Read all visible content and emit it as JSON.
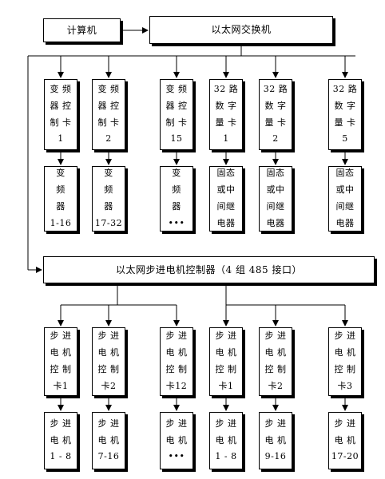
{
  "top": {
    "computer": "计算机",
    "switch": "以太网交换机"
  },
  "cards_row": [
    {
      "lines": [
        "变 频",
        "器 控",
        "制 卡",
        "1"
      ]
    },
    {
      "lines": [
        "变 频",
        "器 控",
        "制 卡",
        "2"
      ]
    },
    {
      "lines": [
        "变 频",
        "器 控",
        "制 卡",
        "15"
      ]
    },
    {
      "lines": [
        "32 路",
        "数 字",
        "量 卡",
        "1"
      ]
    },
    {
      "lines": [
        "32 路",
        "数 字",
        "量 卡",
        "2"
      ]
    },
    {
      "lines": [
        "32 路",
        "数 字",
        "量 卡",
        "5"
      ]
    }
  ],
  "devices_row": [
    {
      "lines": [
        "变",
        "频",
        "器",
        "1-16"
      ]
    },
    {
      "lines": [
        "变",
        "频",
        "器",
        "17-32"
      ]
    },
    {
      "lines": [
        "变",
        "频",
        "器",
        "•••"
      ]
    },
    {
      "lines": [
        "固态",
        "或中",
        "间继",
        "电器"
      ]
    },
    {
      "lines": [
        "固态",
        "或中",
        "间继",
        "电器"
      ]
    },
    {
      "lines": [
        "固态",
        "或中",
        "间继",
        "电器"
      ]
    }
  ],
  "stepper_controller": "以太网步进电机控制器（4 组 485 接口）",
  "stepper_cards": [
    {
      "lines": [
        "步 进",
        "电 机",
        "控 制",
        "卡1"
      ]
    },
    {
      "lines": [
        "步 进",
        "电 机",
        "控 制",
        "卡2"
      ]
    },
    {
      "lines": [
        "步 进",
        "电 机",
        "控 制",
        "卡12"
      ]
    },
    {
      "lines": [
        "步 进",
        "电 机",
        "控 制",
        "卡1"
      ]
    },
    {
      "lines": [
        "步 进",
        "电 机",
        "控 制",
        "卡2"
      ]
    },
    {
      "lines": [
        "步 进",
        "电 机",
        "控 制",
        "卡3"
      ]
    }
  ],
  "motors_row": [
    {
      "lines": [
        "步 进",
        "电 机",
        "1 - 8"
      ]
    },
    {
      "lines": [
        "步 进",
        "电 机",
        "7-16"
      ]
    },
    {
      "lines": [
        "步 进",
        "电 机",
        "•••"
      ]
    },
    {
      "lines": [
        "步 进",
        "电 机",
        "1 - 8"
      ]
    },
    {
      "lines": [
        "步 进",
        "电 机",
        "9-16"
      ]
    },
    {
      "lines": [
        "步 进",
        "电 机",
        "17-20"
      ]
    }
  ]
}
